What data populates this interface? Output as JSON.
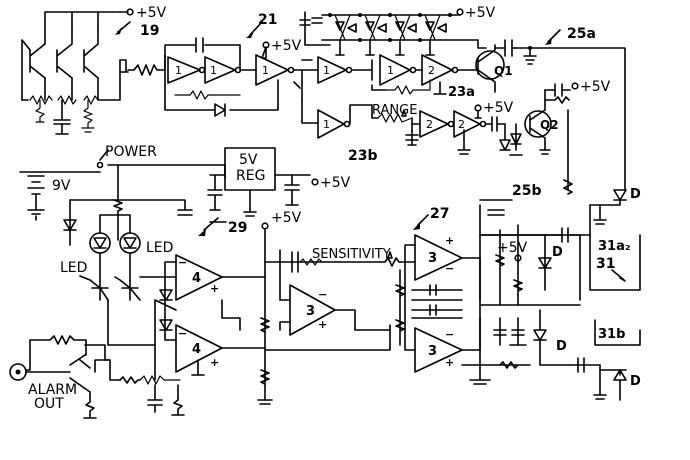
{
  "labels": {
    "ref_19": "19",
    "ref_21": "21",
    "ref_25a": "25a",
    "ref_23a": "23a",
    "ref_23b": "23b",
    "ref_25b": "25b",
    "ref_27": "27",
    "ref_29": "29",
    "ref_31": "31",
    "ref_31a2": "31a₂",
    "ref_31b": "31b",
    "q1": "Q1",
    "q2": "Q2",
    "plus5v": "+5V",
    "nine_v": "9V",
    "power": "POWER",
    "range": "RANGE",
    "sensitivity": "SENSITIVITY",
    "reg_line1": "5V",
    "reg_line2": "REG",
    "led": "LED",
    "alarm_line1": "ALARM",
    "alarm_line2": "OUT",
    "diode": "D",
    "gate_1": "1",
    "gate_2": "2",
    "opamp_3": "3",
    "opamp_4": "4",
    "plus": "+",
    "minus": "−"
  }
}
